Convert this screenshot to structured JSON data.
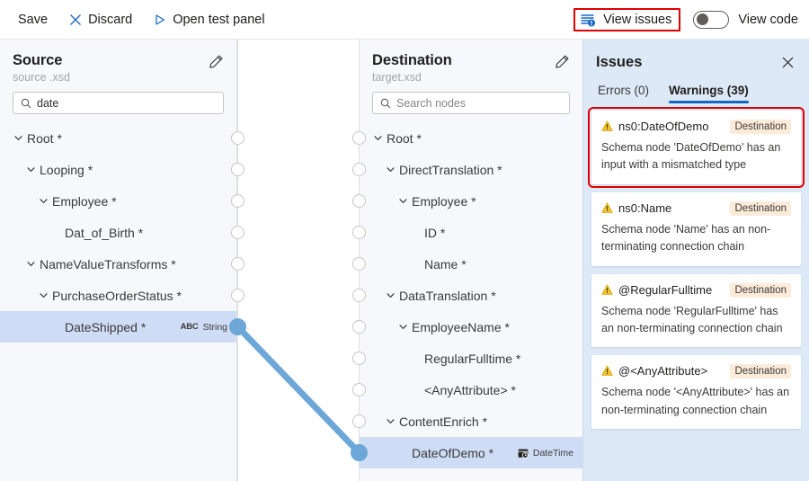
{
  "toolbar": {
    "save_label": "Save",
    "discard_label": "Discard",
    "discard_icon": "close-x-icon",
    "open_test_panel_label": "Open test panel",
    "open_test_panel_icon": "play-triangle-icon",
    "view_issues_label": "View issues",
    "view_issues_icon": "list-alert-icon",
    "view_code_label": "View code",
    "view_code_toggle_state": "off",
    "highlight_color": "#e00000"
  },
  "source": {
    "title": "Source",
    "subtitle": "source .xsd",
    "edit_icon": "pencil-icon",
    "search": {
      "value": "date",
      "placeholder": "",
      "icon": "search-icon"
    },
    "nodes": [
      {
        "label": "Root *",
        "level": 0,
        "expandable": true,
        "selected": false,
        "type": ""
      },
      {
        "label": "Looping *",
        "level": 1,
        "expandable": true,
        "selected": false,
        "type": ""
      },
      {
        "label": "Employee *",
        "level": 2,
        "expandable": true,
        "selected": false,
        "type": ""
      },
      {
        "label": "Dat_of_Birth *",
        "level": 3,
        "expandable": false,
        "selected": false,
        "type": ""
      },
      {
        "label": "NameValueTransforms *",
        "level": 1,
        "expandable": true,
        "selected": false,
        "type": ""
      },
      {
        "label": "PurchaseOrderStatus *",
        "level": 2,
        "expandable": true,
        "selected": false,
        "type": ""
      },
      {
        "label": "DateShipped *",
        "level": 3,
        "expandable": false,
        "selected": true,
        "type": "String",
        "type_icon": "ABC"
      }
    ]
  },
  "destination": {
    "title": "Destination",
    "subtitle": "target.xsd",
    "edit_icon": "pencil-icon",
    "search": {
      "value": "",
      "placeholder": "Search nodes",
      "icon": "search-icon"
    },
    "nodes": [
      {
        "label": "Root *",
        "level": 0,
        "expandable": true,
        "selected": false,
        "type": ""
      },
      {
        "label": "DirectTranslation *",
        "level": 1,
        "expandable": true,
        "selected": false,
        "type": ""
      },
      {
        "label": "Employee *",
        "level": 2,
        "expandable": true,
        "selected": false,
        "type": ""
      },
      {
        "label": "ID *",
        "level": 3,
        "expandable": false,
        "selected": false,
        "type": ""
      },
      {
        "label": "Name *",
        "level": 3,
        "expandable": false,
        "selected": false,
        "type": ""
      },
      {
        "label": "DataTranslation *",
        "level": 1,
        "expandable": true,
        "selected": false,
        "type": ""
      },
      {
        "label": "EmployeeName *",
        "level": 2,
        "expandable": true,
        "selected": false,
        "type": ""
      },
      {
        "label": "RegularFulltime *",
        "level": 3,
        "expandable": false,
        "selected": false,
        "type": ""
      },
      {
        "label": "<AnyAttribute> *",
        "level": 3,
        "expandable": false,
        "selected": false,
        "type": ""
      },
      {
        "label": "ContentEnrich *",
        "level": 1,
        "expandable": true,
        "selected": false,
        "type": ""
      },
      {
        "label": "DateOfDemo *",
        "level": 2,
        "expandable": false,
        "selected": true,
        "type": "DateTime",
        "type_icon": "calendar-clock-icon"
      }
    ]
  },
  "connection": {
    "from_node": "DateShipped *",
    "to_node": "DateOfDemo *",
    "color": "#6ca7d8"
  },
  "issues": {
    "title": "Issues",
    "close_icon": "close-icon",
    "tabs": [
      {
        "label": "Errors (0)",
        "active": false
      },
      {
        "label": "Warnings (39)",
        "active": true
      }
    ],
    "items": [
      {
        "icon": "warning-triangle-icon",
        "name": "ns0:DateOfDemo",
        "tag": "Destination",
        "description": "Schema node 'DateOfDemo' has an input with a mismatched type",
        "highlighted": true
      },
      {
        "icon": "warning-triangle-icon",
        "name": "ns0:Name",
        "tag": "Destination",
        "description": "Schema node 'Name' has an non-terminating connection chain",
        "highlighted": false
      },
      {
        "icon": "warning-triangle-icon",
        "name": "@RegularFulltime",
        "tag": "Destination",
        "description": "Schema node 'RegularFulltime' has an non-terminating connection chain",
        "highlighted": false
      },
      {
        "icon": "warning-triangle-icon",
        "name": "@<AnyAttribute>",
        "tag": "Destination",
        "description": "Schema node '<AnyAttribute>' has an non-terminating connection chain",
        "highlighted": false
      }
    ]
  }
}
